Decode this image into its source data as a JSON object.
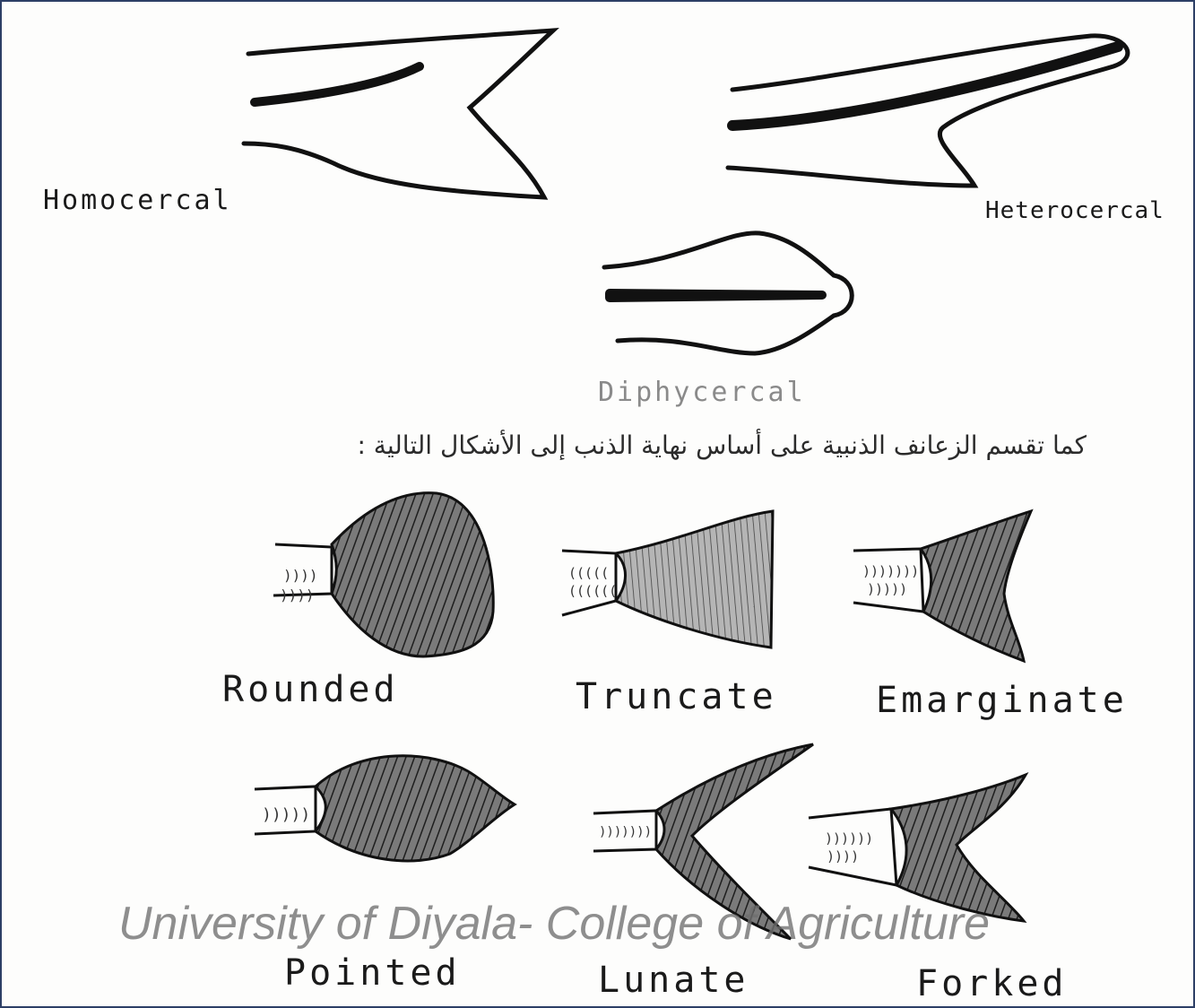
{
  "tail_types": {
    "homocercal": "Homocercal",
    "heterocercal": "Heterocercal",
    "diphycercal": "Diphycercal"
  },
  "caption_arabic": "كما تقسم الزعانف الذنبية على أساس نهاية الذنب إلى الأشكال التالية :",
  "fin_shapes": {
    "rounded": "Rounded",
    "truncate": "Truncate",
    "emarginate": "Emarginate",
    "pointed": "Pointed",
    "lunate": "Lunate",
    "forked": "Forked"
  },
  "watermark": "University of Diyala- College of Agriculture",
  "colors": {
    "frame": "#2d3f66",
    "ink": "#111111",
    "fin_fill": "#707070",
    "watermark": "#6e6e6e"
  }
}
